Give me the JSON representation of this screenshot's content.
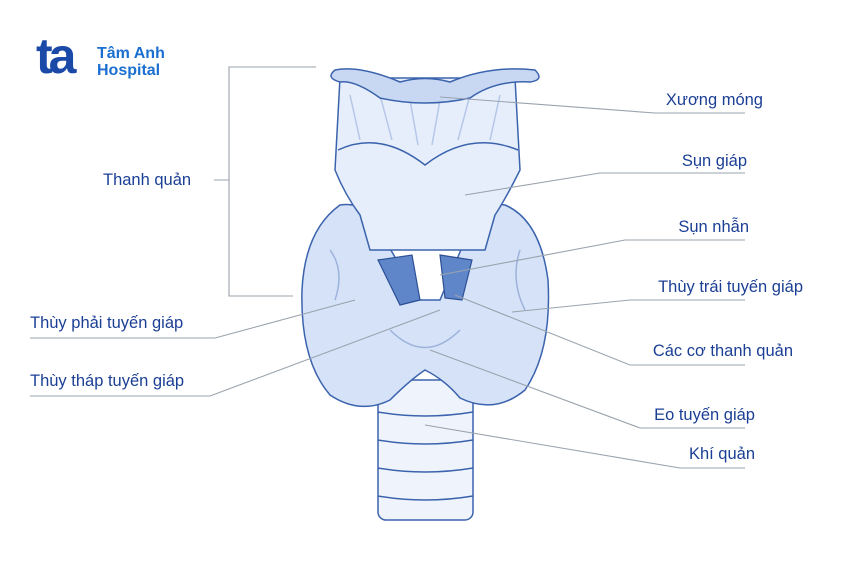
{
  "logo": {
    "mark": "ta",
    "line1": "Tâm Anh",
    "line2": "Hospital"
  },
  "labels_left": {
    "thanh_quan": "Thanh quản",
    "thuy_phai": "Thùy phải tuyến giáp",
    "thuy_thap": "Thùy tháp tuyến giáp"
  },
  "labels_right": {
    "xuong_mong": "Xương móng",
    "sun_giap": "Sụn giáp",
    "sun_nhan": "Sụn nhẫn",
    "thuy_trai": "Thùy trái tuyến giáp",
    "cac_co": "Các cơ thanh quản",
    "eo": "Eo tuyến giáp",
    "khi_quan": "Khí quản"
  },
  "colors": {
    "text": "#1b3f95",
    "organ_fill": "#dbe6f8",
    "outline": "#3b63ad",
    "muscle": "#5f86c9",
    "leader": "#9aa3ad"
  }
}
